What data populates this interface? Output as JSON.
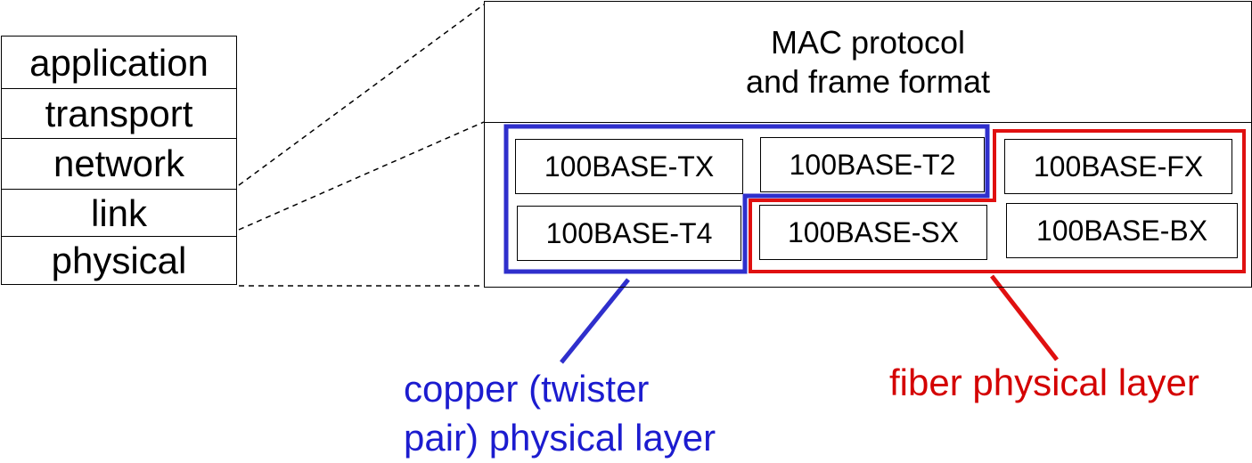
{
  "layers": [
    "application",
    "transport",
    "network",
    "link",
    "physical"
  ],
  "mac": {
    "line1": "MAC protocol",
    "line2": "and frame format"
  },
  "standards": {
    "tx": "100BASE-TX",
    "t2": "100BASE-T2",
    "fx": "100BASE-FX",
    "t4": "100BASE-T4",
    "sx": "100BASE-SX",
    "bx": "100BASE-BX"
  },
  "groups": {
    "copper": {
      "line1": "copper (twister",
      "line2": "pair) physical layer",
      "color": "#1c1ccf"
    },
    "fiber": {
      "line1": "fiber physical layer",
      "color": "#d40000"
    }
  }
}
